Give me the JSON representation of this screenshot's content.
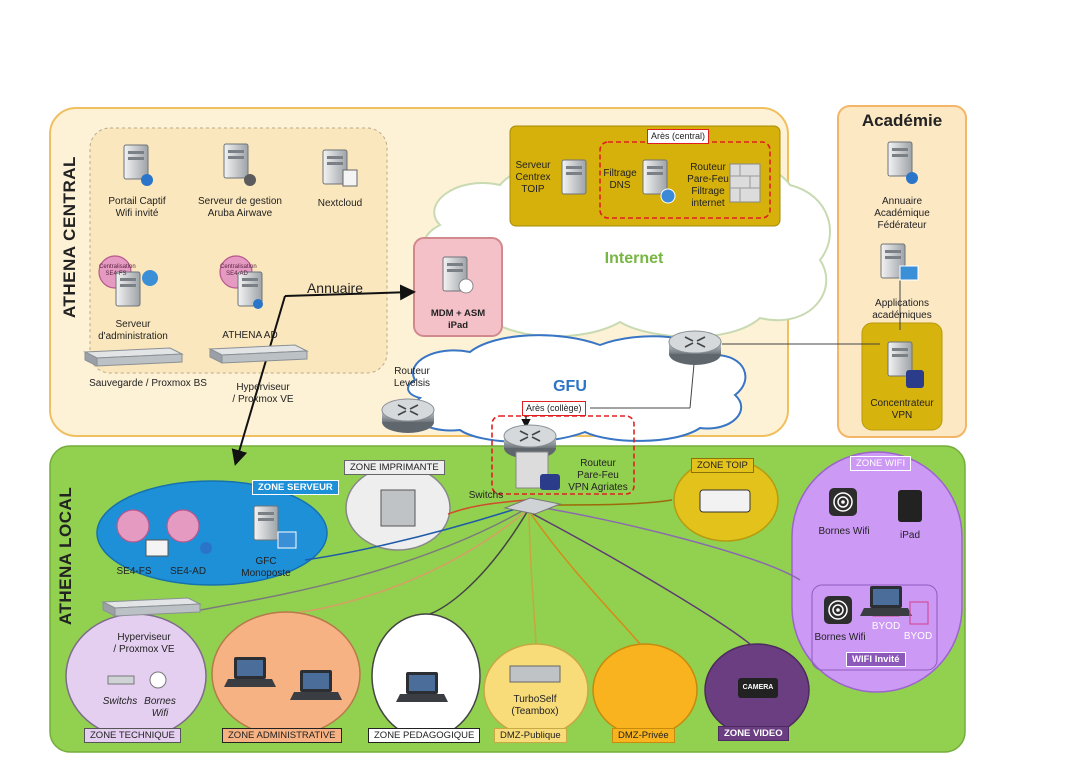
{
  "sections": {
    "central": "ATHENA CENTRAL",
    "local": "ATHENA LOCAL",
    "academie": "Académie"
  },
  "central": {
    "portail": "Portail Captif\nWifi invité",
    "aruba": "Serveur de gestion\nAruba Airwave",
    "nextcloud": "Nextcloud",
    "admin_server": "Serveur\nd'administration",
    "athena_ad": "ATHENA AD",
    "sauvegarde": "Sauvegarde / Proxmox BS",
    "hyperviseur": "Hyperviseur\n/ Proxmox VE",
    "badge_fs": "Centralisation\nSE4-FS",
    "badge_ad": "Centralisation\nSE4-AD",
    "annuaire": "Annuaire",
    "mdm": "MDM + ASM",
    "mdm_sub": "iPad",
    "routeur_levelsis": "Routeur\nLevelsis"
  },
  "cloud": {
    "internet": "Internet",
    "gfu": "GFU"
  },
  "ares_central": {
    "title": "Arès (central)",
    "toip": "Serveur\nCentrex\nTOIP",
    "dns": "Filtrage\nDNS",
    "firewall": "Routeur\nPare-Feu\nFiltrage\ninternet"
  },
  "ares_college": {
    "title": "Arès (collège)",
    "firewall": "Routeur\nPare-Feu\nVPN Agriates",
    "switchs": "Switchs"
  },
  "academie": {
    "annuaire": "Annuaire\nAcadémique\nFédérateur",
    "apps": "Applications\nacadémiques",
    "vpn": "Concentrateur\nVPN"
  },
  "zones": {
    "serveur": "ZONE SERVEUR",
    "imprimante": "ZONE IMPRIMANTE",
    "toip": "ZONE TOIP",
    "wifi": "ZONE WIFI",
    "technique": "ZONE TECHNIQUE",
    "administrative": "ZONE ADMINISTRATIVE",
    "pedagogique": "ZONE PEDAGOGIQUE",
    "dmz_publique": "DMZ-Publique",
    "dmz_privee": "DMZ-Privée",
    "video": "ZONE  VIDEO"
  },
  "local": {
    "se4fs": "SE4-FS",
    "se4ad": "SE4-AD",
    "gfc": "GFC\nMonoposte",
    "hyperviseur": "Hyperviseur\n/ Proxmox VE",
    "switchs": "Switchs",
    "bornes": "Bornes\nWifi",
    "turboself": "TurboSelf\n(Teambox)",
    "camera": "CAMERA"
  },
  "wifi": {
    "bornes1": "Bornes Wifi",
    "ipad": "iPad",
    "bornes2": "Bornes Wifi",
    "byod1": "BYOD",
    "byod2": "BYOD",
    "invite": "WIFI Invité"
  },
  "colors": {
    "central_bg": "#fdf1d6",
    "central_border": "#f0c060",
    "local_bg": "#92d050",
    "ares_bg": "#d6b10b",
    "zone_serveur": "#1e90d8",
    "zone_wifi": "#cc99f5",
    "zone_toip": "#e3c31b",
    "zone_admin": "#f7b283",
    "zone_dmz_pub": "#f8dc7a",
    "zone_dmz_priv": "#f8b31e",
    "zone_video": "#6b3e82"
  }
}
